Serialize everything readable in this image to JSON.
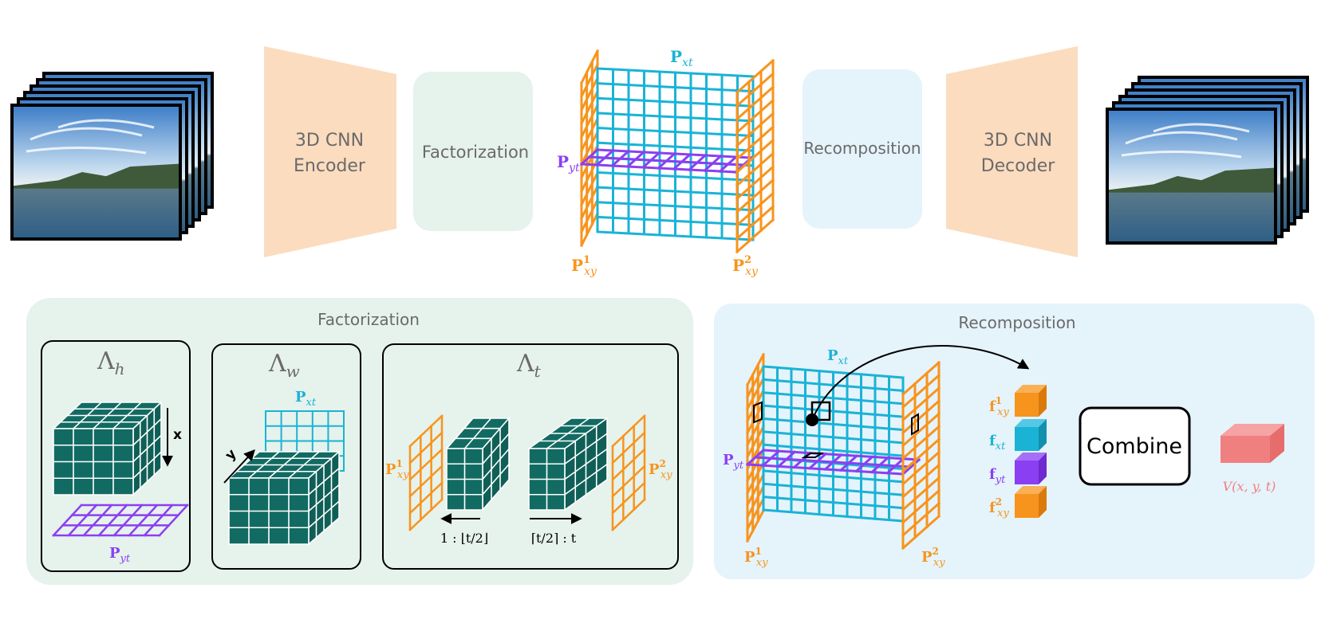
{
  "pipeline": {
    "encoder_label": [
      "3D CNN",
      "Encoder"
    ],
    "factorization_label": "Factorization",
    "recomposition_label": "Recomposition",
    "decoder_label": [
      "3D CNN",
      "Decoder"
    ],
    "plane_labels": {
      "p_xt": "P",
      "p_xt_sub": "xt",
      "p_yt": "P",
      "p_yt_sub": "yt",
      "p_xy1": "P",
      "p_xy1_sub": "xy",
      "p_xy1_sup": "1",
      "p_xy2": "P",
      "p_xy2_sub": "xy",
      "p_xy2_sup": "2"
    }
  },
  "factorization_panel": {
    "title": "Factorization",
    "lambda_h": "Λ",
    "lambda_h_sub": "h",
    "lambda_w": "Λ",
    "lambda_w_sub": "w",
    "lambda_t": "Λ",
    "lambda_t_sub": "t",
    "x_axis": "x",
    "y_axis": "y",
    "range_first": "1 : ⌊t/2⌋",
    "range_second": "⌈t/2⌉ : t"
  },
  "recomposition_panel": {
    "title": "Recomposition",
    "features": [
      {
        "sym": "f",
        "sub": "xy",
        "sup": "1",
        "color": "#f7941d"
      },
      {
        "sym": "f",
        "sub": "xt",
        "sup": "",
        "color": "#1ab3d6"
      },
      {
        "sym": "f",
        "sub": "yt",
        "sup": "",
        "color": "#8b3ff2"
      },
      {
        "sym": "f",
        "sub": "xy",
        "sup": "2",
        "color": "#f7941d"
      }
    ],
    "combine_label": "Combine",
    "output_label": "V(x, y, t)"
  },
  "colors": {
    "orange": "#f7941d",
    "cyan": "#1ab3d6",
    "purple": "#8b3ff2",
    "teal": "#126b62",
    "salmon": "#f08080",
    "peach": "#fcdcbf",
    "mint": "#e6f2ec",
    "lightblue": "#e5f3fb"
  }
}
